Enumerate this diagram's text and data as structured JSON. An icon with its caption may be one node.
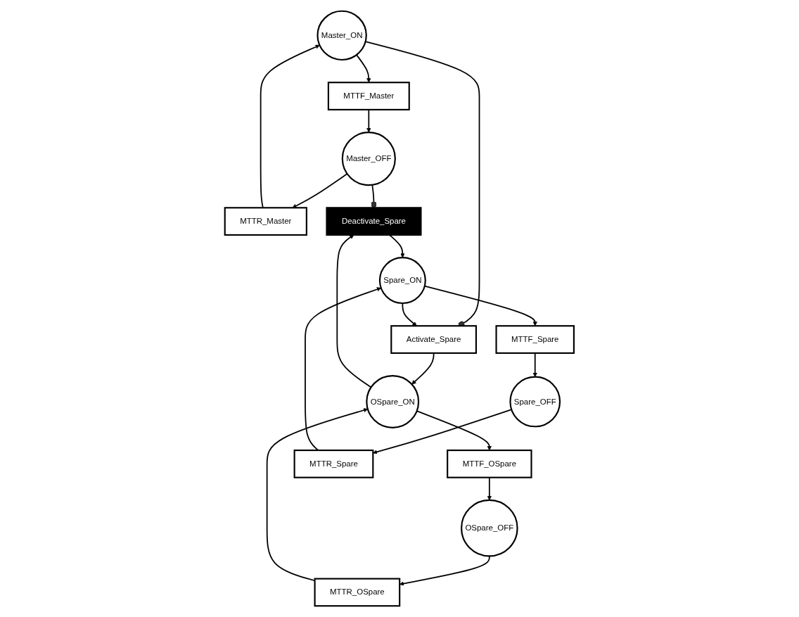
{
  "diagram": {
    "nodes": [
      {
        "text": [
          "Master_ON"
        ]
      },
      {
        "text": [
          "Activate_Spare"
        ]
      },
      {
        "text": [
          "MTTR_Master"
        ]
      },
      {
        "text": [
          "MTTF_Master"
        ]
      },
      {
        "text": [
          "Deactivate_Spare"
        ]
      },
      {
        "text": [
          "Master_OFF"
        ]
      },
      {
        "text": [
          "OSpare_ON"
        ]
      },
      {
        "text": [
          "Spare_ON"
        ]
      },
      {
        "text": [
          "MTTR_OSpare"
        ]
      },
      {
        "text": [
          "MTTF_OSpare"
        ]
      },
      {
        "text": [
          "MTTR_Spare"
        ]
      },
      {
        "text": [
          "MTTF_Spare"
        ]
      },
      {
        "text": [
          "OSpare_OFF"
        ]
      },
      {
        "text": [
          "Spare_OFF"
        ]
      }
    ],
    "edges": [
      {
        "from": 0,
        "to": 3,
        "arrow": "to"
      },
      {
        "from": 3,
        "to": 5,
        "arrow": "to"
      },
      {
        "from": 5,
        "to": 2,
        "arrow": "to"
      },
      {
        "from": 2,
        "to": 0,
        "arrow": "to"
      },
      {
        "from": 0,
        "to": 1,
        "arrow": "other"
      },
      {
        "from": 5,
        "to": 4,
        "arrow": "other"
      },
      {
        "from": 1,
        "to": 6,
        "arrow": "to"
      },
      {
        "from": 7,
        "to": 1,
        "arrow": "to"
      },
      {
        "from": 6,
        "to": 4,
        "arrow": "to"
      },
      {
        "from": 4,
        "to": 7,
        "arrow": "to"
      },
      {
        "from": 6,
        "to": 9,
        "arrow": "to"
      },
      {
        "from": 9,
        "to": 12,
        "arrow": "to"
      },
      {
        "from": 12,
        "to": 8,
        "arrow": "to"
      },
      {
        "from": 8,
        "to": 6,
        "arrow": "to"
      },
      {
        "from": 7,
        "to": 11,
        "arrow": "to"
      },
      {
        "from": 11,
        "to": 13,
        "arrow": "to"
      },
      {
        "from": 13,
        "to": 10,
        "arrow": "to"
      },
      {
        "from": 10,
        "to": 7,
        "arrow": "to"
      }
    ]
  }
}
